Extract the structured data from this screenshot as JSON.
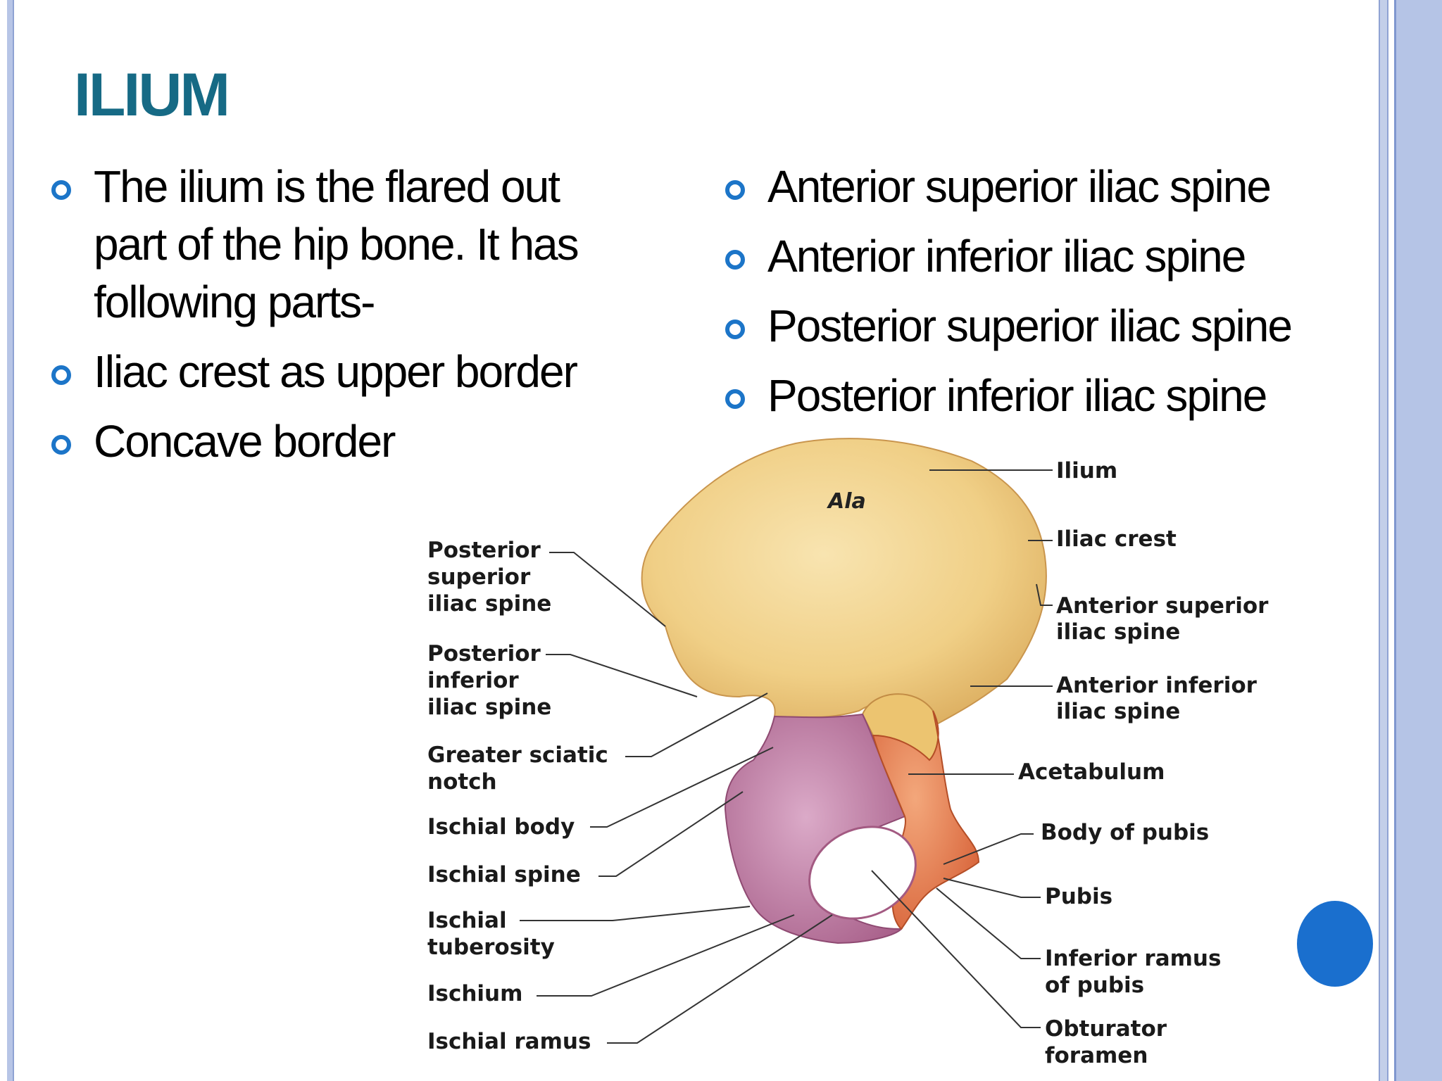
{
  "slide": {
    "title": "ILIUM"
  },
  "left_bullets": [
    "The ilium is the flared out part of the hip bone.  It has following parts-",
    "Iliac crest as upper border",
    "Concave border i"
  ],
  "right_bullets": [
    "Anterior superior iliac spine",
    "Anterior inferior iliac spine",
    "Posterior superior iliac spine",
    "Posterior inferior iliac spine"
  ],
  "figure": {
    "ala_label": "Ala",
    "left_labels": {
      "posterior_superior": [
        "Posterior",
        "superior",
        "iliac spine"
      ],
      "posterior_inferior": [
        "Posterior",
        "inferior",
        "iliac spine"
      ],
      "greater_sciatic": [
        "Greater sciatic",
        "notch"
      ],
      "ischial_body": [
        "Ischial body"
      ],
      "ischial_spine": [
        "Ischial spine"
      ],
      "ischial_tuberosity": [
        "Ischial",
        "tuberosity"
      ],
      "ischium": [
        "Ischium"
      ],
      "ischial_ramus": [
        "Ischial ramus"
      ]
    },
    "right_labels": {
      "ilium": [
        "Ilium"
      ],
      "iliac_crest": [
        "Iliac crest"
      ],
      "anterior_superior": [
        "Anterior superior",
        "iliac spine"
      ],
      "anterior_inferior": [
        "Anterior inferior",
        "iliac spine"
      ],
      "acetabulum": [
        "Acetabulum"
      ],
      "body_of_pubis": [
        "Body of pubis"
      ],
      "pubis": [
        "Pubis"
      ],
      "inferior_ramus": [
        "Inferior ramus",
        "of pubis"
      ],
      "obturator": [
        "Obturator",
        "foramen"
      ]
    },
    "colors": {
      "ilium": "#f0cf86",
      "ischium": "#c98bb1",
      "pubis": "#e98a5a"
    }
  }
}
